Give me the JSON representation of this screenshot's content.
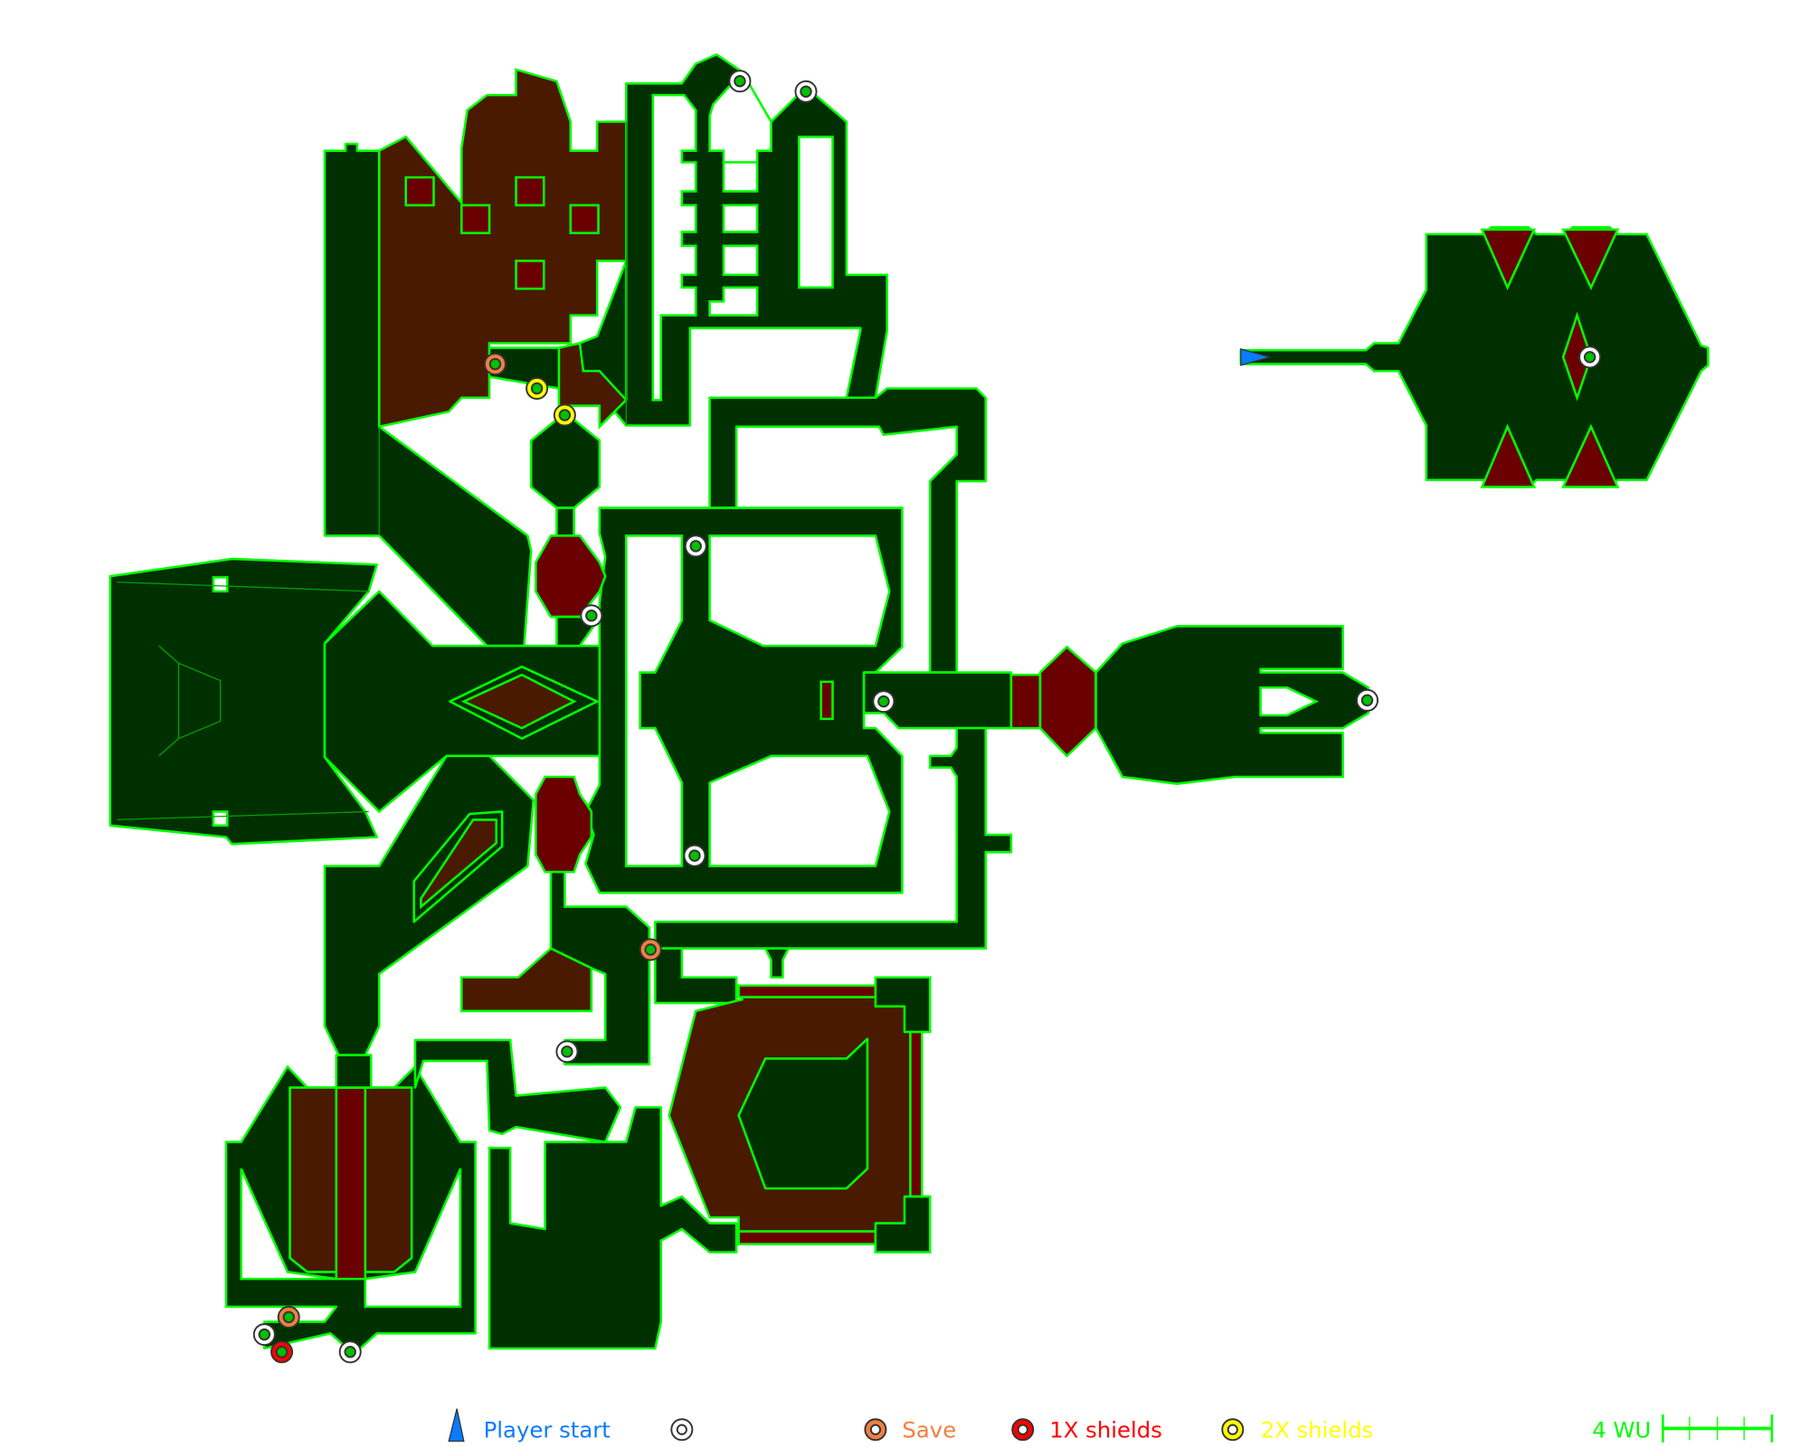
{
  "legend": {
    "player_start": {
      "label": "Player start",
      "color": "#0a7aff",
      "icon": "player-start-triangle-icon"
    },
    "item": {
      "label": "",
      "color": "#ffffff",
      "icon": "item-ring-icon"
    },
    "save": {
      "label": "Save",
      "color": "#f08040",
      "icon": "save-ring-icon"
    },
    "shields_1x": {
      "label": "1X shields",
      "color": "#ff0000",
      "icon": "shield-1x-ring-icon"
    },
    "shields_2x": {
      "label": "2X shields",
      "color": "#ffff00",
      "icon": "shield-2x-ring-icon"
    },
    "scale": {
      "label": "4 WU",
      "color": "#00ff00",
      "units": 4
    }
  },
  "colors": {
    "floor": "#003000",
    "wall_line": "#00ff00",
    "platform": "#4a1a00",
    "hazard": "#6b0000"
  }
}
